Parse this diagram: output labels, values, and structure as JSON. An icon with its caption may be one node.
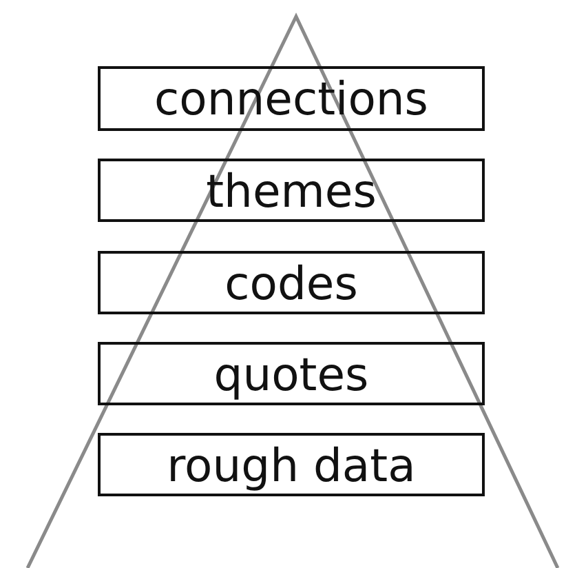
{
  "diagram": {
    "nodes": [
      {
        "text": [
          "connections"
        ]
      },
      {
        "text": [
          "themes"
        ]
      },
      {
        "text": [
          "codes"
        ]
      },
      {
        "text": [
          "quotes"
        ]
      },
      {
        "text": [
          "rough data"
        ]
      }
    ]
  }
}
